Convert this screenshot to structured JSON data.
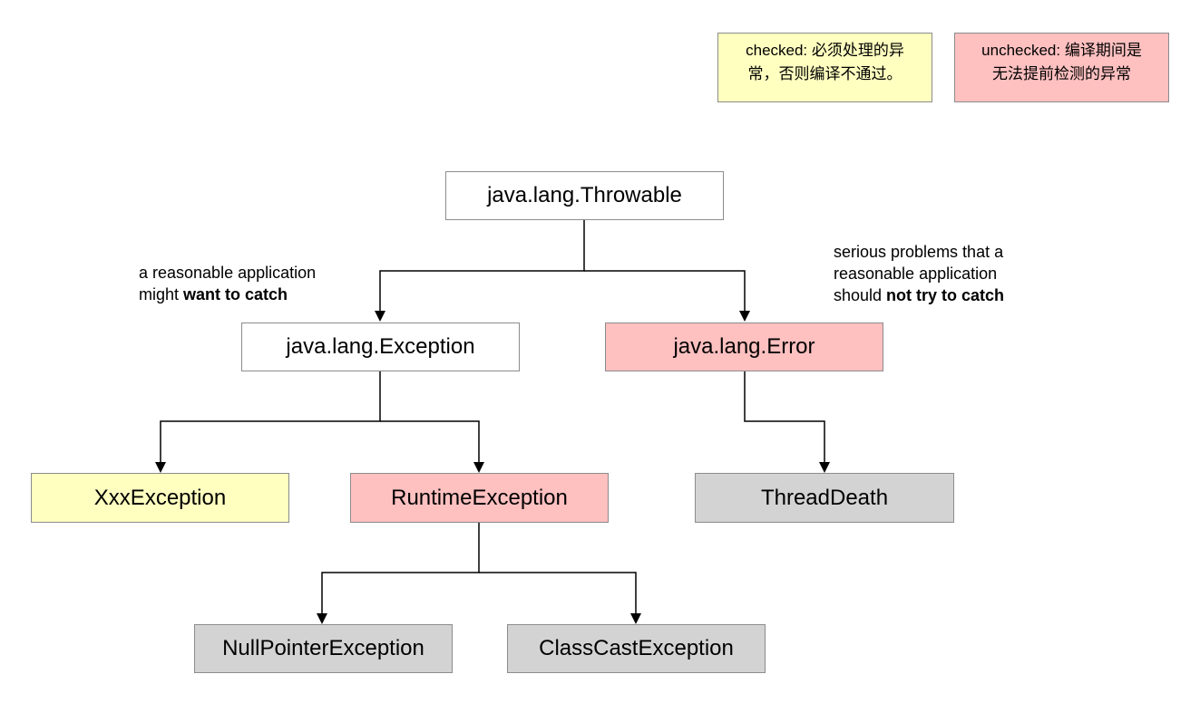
{
  "colors": {
    "checked": "#ffffc0",
    "unchecked": "#ffc0c0",
    "neutral": "#ffffff",
    "leaf": "#d3d3d3",
    "border": "#8c8c8c",
    "line": "#000000"
  },
  "legend": {
    "checked": {
      "line1": "checked: 必须处理的异",
      "line2": "常，否则编译不通过。"
    },
    "unchecked": {
      "line1": "unchecked: 编译期间是",
      "line2": "无法提前检测的异常"
    }
  },
  "nodes": {
    "throwable": "java.lang.Throwable",
    "exception": "java.lang.Exception",
    "error": "java.lang.Error",
    "xxx_exception": "XxxException",
    "runtime_exception": "RuntimeException",
    "thread_death": "ThreadDeath",
    "null_pointer_exception": "NullPointerException",
    "class_cast_exception": "ClassCastException"
  },
  "notes": {
    "exception": {
      "line1": "a reasonable application",
      "line2_prefix": "might ",
      "line2_bold": "want to catch"
    },
    "error": {
      "line1": "serious problems that a",
      "line2": "reasonable application",
      "line3_prefix": "should ",
      "line3_bold": "not try to catch"
    }
  }
}
